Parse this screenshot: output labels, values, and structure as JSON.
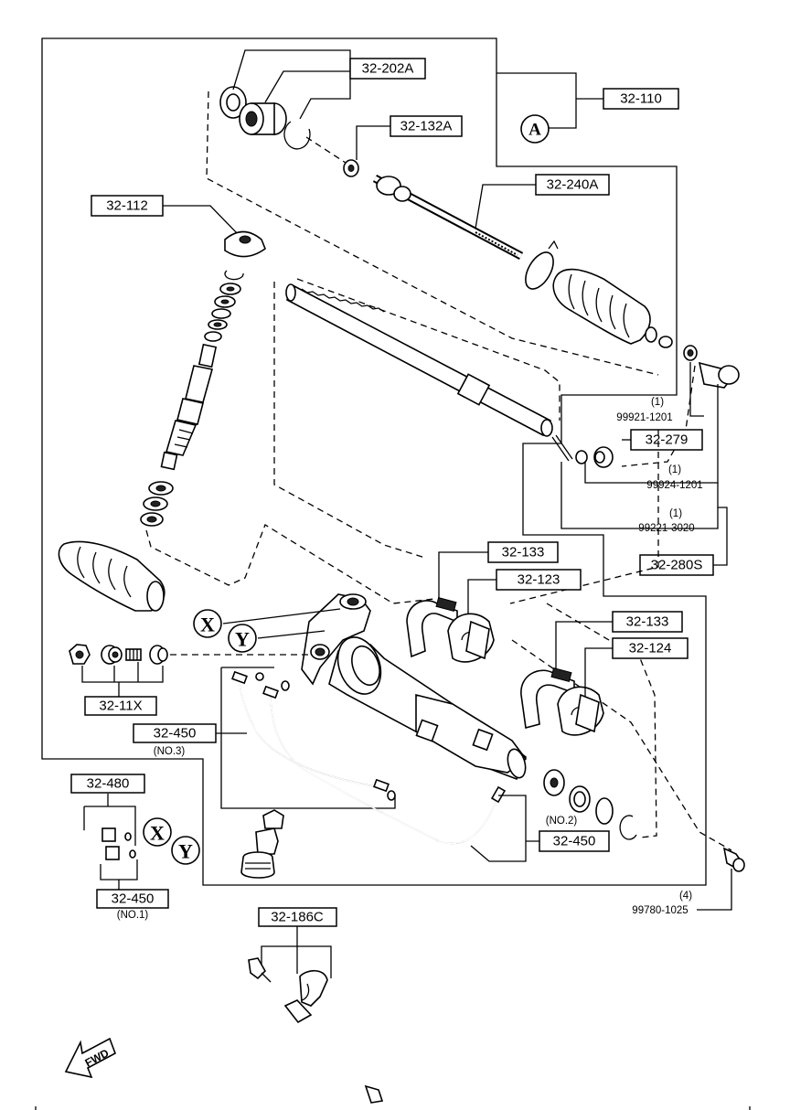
{
  "callouts": {
    "c32_202A": "32-202A",
    "c32_110": "32-110",
    "c32_132A": "32-132A",
    "c32_240A": "32-240A",
    "c32_112": "32-112",
    "c32_279": "32-279",
    "c32_280S": "32-280S",
    "c32_133_a": "32-133",
    "c32_123": "32-123",
    "c32_133_b": "32-133",
    "c32_124": "32-124",
    "c32_11X": "32-11X",
    "c32_450_a": "32-450",
    "c32_480": "32-480",
    "c32_450_b": "32-450",
    "c32_450_c": "32-450",
    "c32_186C": "32-186C"
  },
  "sublabels": {
    "no3": "(NO.3)",
    "no2": "(NO.2)",
    "no1": "(NO.1)"
  },
  "part_numbers": {
    "p99921_1201": {
      "qty": "(1)",
      "num": "99921-1201"
    },
    "p99924_1201": {
      "qty": "(1)",
      "num": "99924-1201"
    },
    "p99221_3020": {
      "qty": "(1)",
      "num": "99221-3020"
    },
    "p99780_1025": {
      "qty": "(4)",
      "num": "99780-1025"
    }
  },
  "markers": {
    "a": "A",
    "x1": "X",
    "y1": "Y",
    "x2": "X",
    "y2": "Y"
  },
  "fwd": "FWD"
}
